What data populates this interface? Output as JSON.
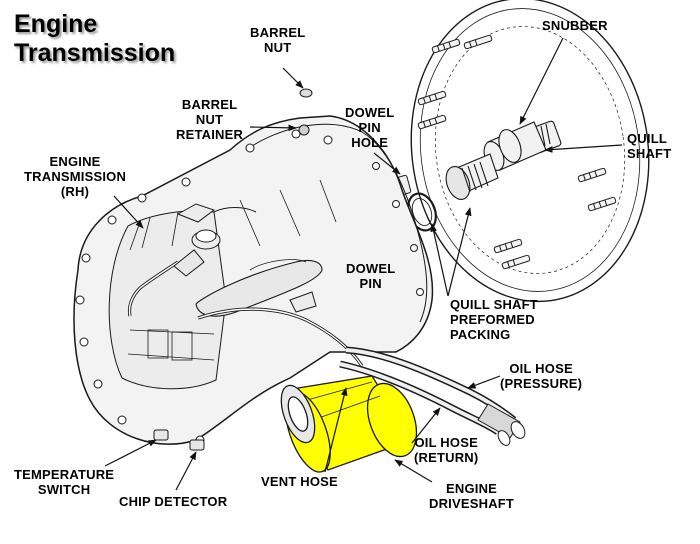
{
  "title": {
    "line1": "Engine",
    "line2": "Transmission"
  },
  "labels": {
    "barrel_nut": [
      "BARREL",
      "NUT"
    ],
    "barrel_nut_retainer": [
      "BARREL",
      "NUT",
      "RETAINER"
    ],
    "dowel_pin_hole": [
      "DOWEL",
      "PIN",
      "HOLE"
    ],
    "snubber": [
      "SNUBBER"
    ],
    "quill_shaft": [
      "QUILL",
      "SHAFT"
    ],
    "engine_transmission_rh": [
      "ENGINE",
      "TRANSMISSION",
      "(RH)"
    ],
    "dowel_pin": [
      "DOWEL",
      "PIN"
    ],
    "quill_shaft_packing": [
      "QUILL SHAFT",
      "PREFORMED",
      "PACKING"
    ],
    "oil_hose_pressure": [
      "OIL HOSE",
      "(PRESSURE)"
    ],
    "oil_hose_return": [
      "OIL HOSE",
      "(RETURN)"
    ],
    "temperature_switch": [
      "TEMPERATURE",
      "SWITCH"
    ],
    "chip_detector": [
      "CHIP DETECTOR"
    ],
    "vent_hose": [
      "VENT HOSE"
    ],
    "engine_driveshaft": [
      "ENGINE",
      "DRIVESHAFT"
    ]
  },
  "colors": {
    "driveshaft_highlight": "#ffff00",
    "line_art": "#1a1a1a",
    "background": "#ffffff"
  }
}
